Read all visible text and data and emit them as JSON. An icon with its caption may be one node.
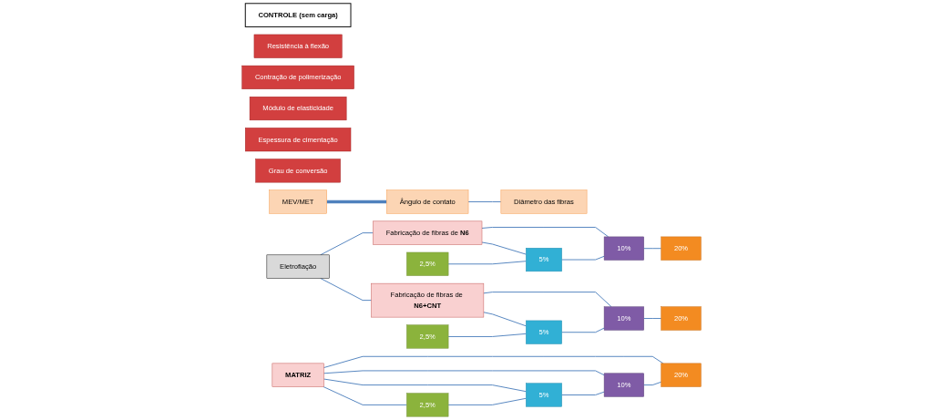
{
  "diagram": {
    "nodes": [
      {
        "text": [
          "Eletrofiação"
        ]
      },
      {
        "text": [
          "Fabricação de fibras de **N6**"
        ]
      },
      {
        "text": [
          "Fabricação de fibras de **N6+CNT**"
        ]
      },
      {
        "text": [
          "MATRIZ"
        ]
      },
      {
        "text": [
          "MEV/MET"
        ]
      },
      {
        "text": [
          "Ângulo de contato"
        ]
      },
      {
        "text": [
          "Diâmetro das fibras"
        ]
      },
      {
        "text": [
          "2,5%"
        ]
      },
      {
        "text": [
          "5%"
        ]
      },
      {
        "text": [
          "10%"
        ]
      },
      {
        "text": [
          "20%"
        ]
      },
      {
        "text": [
          "2,5%"
        ]
      },
      {
        "text": [
          "5%"
        ]
      },
      {
        "text": [
          "10%"
        ]
      },
      {
        "text": [
          "20%"
        ]
      },
      {
        "text": [
          "2,5%"
        ]
      },
      {
        "text": [
          "5%"
        ]
      },
      {
        "text": [
          "10%"
        ]
      },
      {
        "text": [
          "20%"
        ]
      },
      {
        "text": [
          "CONTROLE (sem carga)"
        ]
      },
      {
        "text": [
          "Resistência à flexão"
        ]
      },
      {
        "text": [
          "Contração de polimerização"
        ]
      },
      {
        "text": [
          "Módulo de elasticidade"
        ]
      },
      {
        "text": [
          "Espessura de cimentação"
        ]
      },
      {
        "text": [
          "Grau de conversão"
        ]
      }
    ],
    "edges": [
      {
        "from": 0,
        "to": 1,
        "arrow": "none"
      },
      {
        "from": 0,
        "to": 2,
        "arrow": "none"
      },
      {
        "from": 4,
        "to": 5,
        "arrow": "none",
        "style": "thick"
      },
      {
        "from": 5,
        "to": 6,
        "arrow": "none"
      },
      {
        "from": 1,
        "to": 8,
        "arrow": "none"
      },
      {
        "from": 1,
        "to": 9,
        "arrow": "none"
      },
      {
        "from": 7,
        "to": 8,
        "arrow": "none"
      },
      {
        "from": 8,
        "to": 9,
        "arrow": "none"
      },
      {
        "from": 9,
        "to": 10,
        "arrow": "none"
      },
      {
        "from": 2,
        "to": 12,
        "arrow": "none"
      },
      {
        "from": 2,
        "to": 13,
        "arrow": "none"
      },
      {
        "from": 11,
        "to": 12,
        "arrow": "none"
      },
      {
        "from": 12,
        "to": 13,
        "arrow": "none"
      },
      {
        "from": 13,
        "to": 14,
        "arrow": "none"
      },
      {
        "from": 3,
        "to": 15,
        "arrow": "none"
      },
      {
        "from": 3,
        "to": 16,
        "arrow": "none"
      },
      {
        "from": 3,
        "to": 17,
        "arrow": "none"
      },
      {
        "from": 3,
        "to": 18,
        "arrow": "none"
      },
      {
        "from": 15,
        "to": 16,
        "arrow": "none"
      },
      {
        "from": 16,
        "to": 17,
        "arrow": "none"
      },
      {
        "from": 17,
        "to": 18,
        "arrow": "none"
      }
    ]
  }
}
